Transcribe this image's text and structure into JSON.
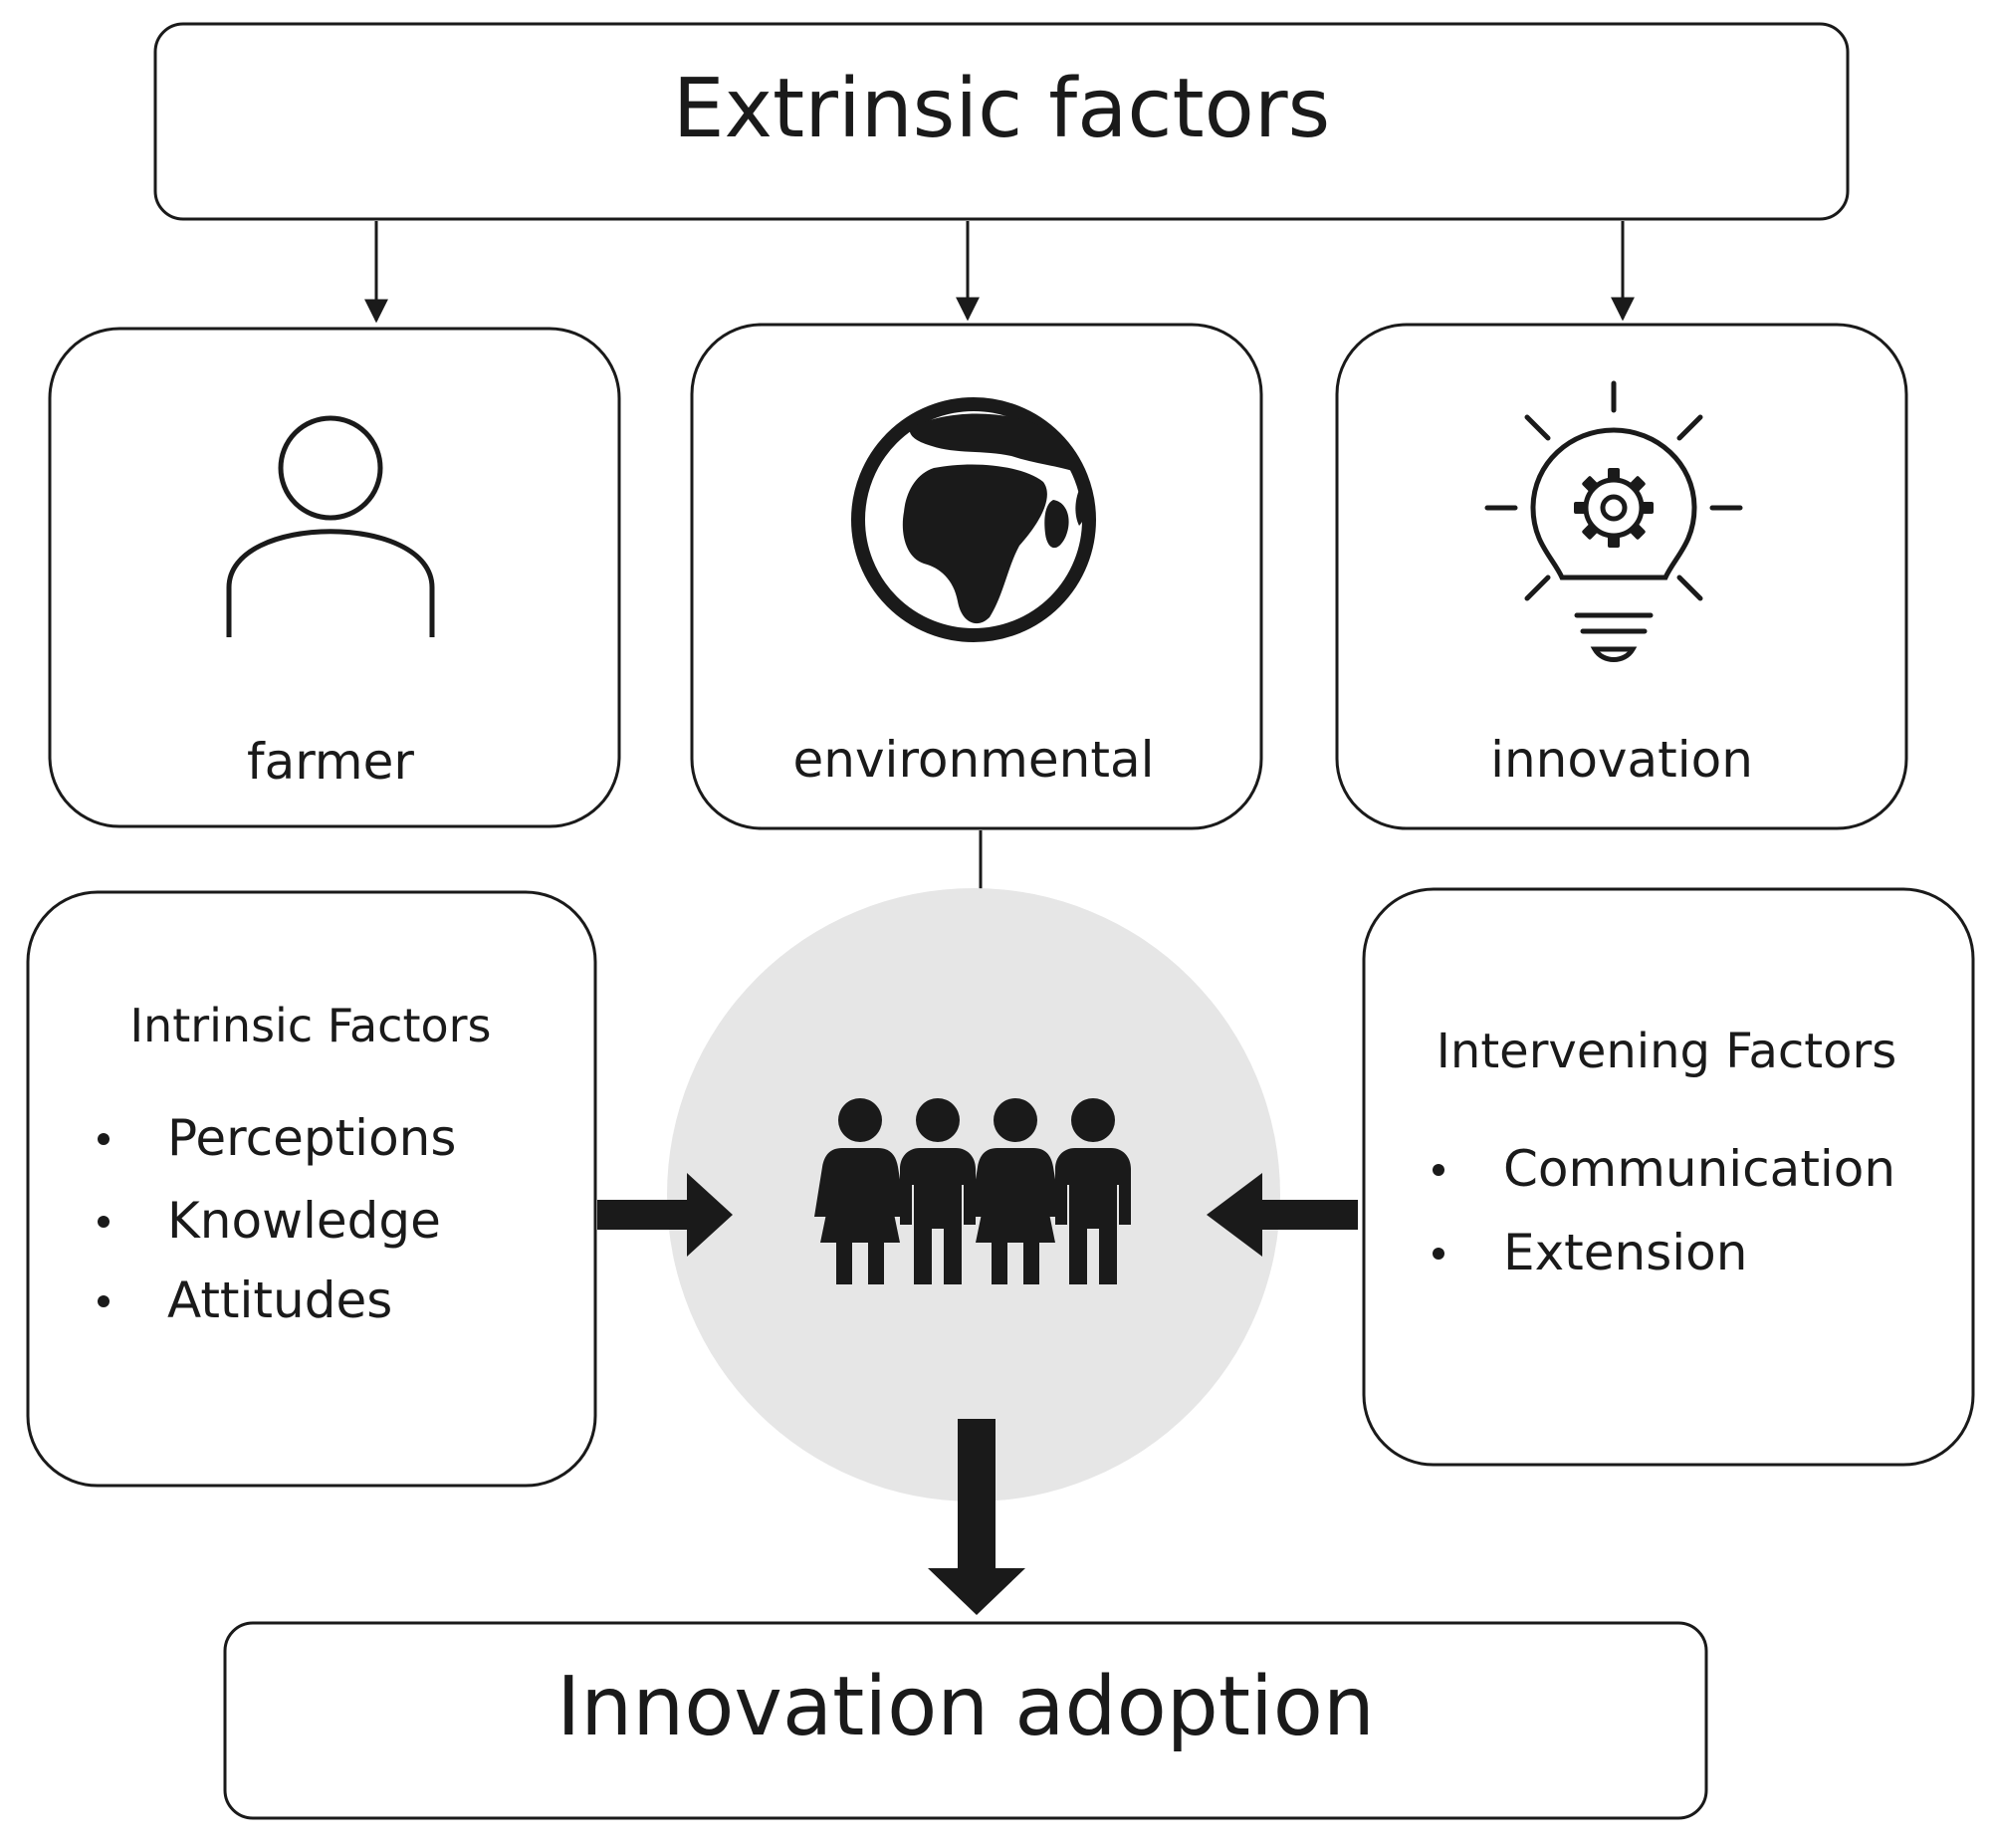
{
  "extrinsic": {
    "title": "Extrinsic factors"
  },
  "categories": {
    "farmer": {
      "label": "farmer",
      "icon": "person-icon"
    },
    "environmental": {
      "label": "environmental",
      "icon": "globe-icon"
    },
    "innovation": {
      "label": "innovation",
      "icon": "lightbulb-gear-icon"
    }
  },
  "intrinsic": {
    "title": "Intrinsic Factors",
    "items": [
      "Perceptions",
      "Knowledge",
      "Attitudes"
    ]
  },
  "intervening": {
    "title": "Intervening Factors",
    "items": [
      "Communication",
      "Extension"
    ]
  },
  "center": {
    "icon": "people-group-icon",
    "color": "#e6e6e6"
  },
  "result": {
    "title": "Innovation adoption"
  }
}
